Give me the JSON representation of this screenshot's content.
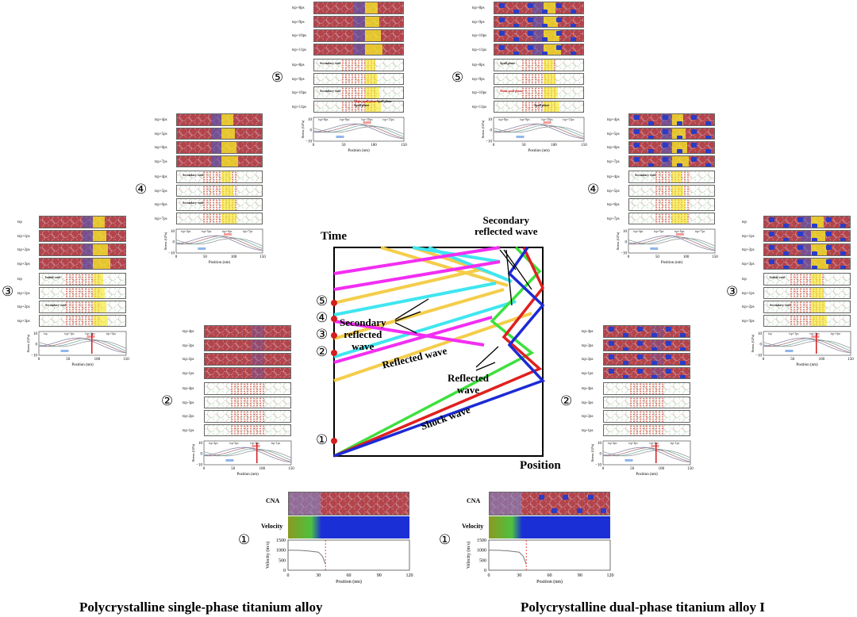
{
  "figure": {
    "captions": {
      "left": "Polycrystalline single-phase titanium alloy",
      "right": "Polycrystalline dual-phase titanium alloy I"
    },
    "markers": {
      "m1": "①",
      "m2": "②",
      "m3": "③",
      "m4": "④",
      "m5": "⑤"
    },
    "stage5_left": {
      "cna_labels": [
        "tsp+8ps",
        "tsp+9ps",
        "tsp+10ps",
        "tsp+11ps"
      ],
      "def_labels": [
        "tsp+8ps",
        "tsp+9ps",
        "tsp+10ps",
        "tsp+11ps"
      ],
      "annotations": [
        "Secondary void",
        "Secondary void",
        "Spall plane",
        "Main spall plane",
        "Spall plane"
      ],
      "legend": [
        "tsp+8ps",
        "tsp+9ps",
        "tsp+10ps",
        "tsp+11ps"
      ]
    },
    "stage5_right": {
      "cna_labels": [
        "tsp+8ps",
        "tsp+9ps",
        "tsp+10ps",
        "tsp+11ps"
      ],
      "def_labels": [
        "tsp+8ps",
        "tsp+9ps",
        "tsp+10ps",
        "tsp+11ps"
      ],
      "annotations": [
        "Spall plane",
        "Main spall plane",
        "Spall plane"
      ],
      "legend": [
        "tsp+8ps",
        "tsp+9ps",
        "tsp+10ps",
        "tsp+11ps"
      ]
    },
    "stage4_left": {
      "cna_labels": [
        "tsp+4ps",
        "tsp+5ps",
        "tsp+6ps",
        "tsp+7ps"
      ],
      "def_labels": [
        "tsp+4ps",
        "tsp+5ps",
        "tsp+6ps",
        "tsp+7ps"
      ],
      "annotations": [
        "Secondary void",
        "Secondary void"
      ],
      "legend": [
        "tsp+4ps",
        "tsp+5ps",
        "tsp+6ps",
        "tsp+7ps"
      ]
    },
    "stage4_right": {
      "cna_labels": [
        "tsp+4ps",
        "tsp+5ps",
        "tsp+6ps",
        "tsp+7ps"
      ],
      "def_labels": [
        "tsp+4ps",
        "tsp+5ps",
        "tsp+6ps",
        "tsp+7ps"
      ],
      "annotations": [
        "Secondary void"
      ],
      "legend": [
        "tsp+4ps",
        "tsp+5ps",
        "tsp+6ps",
        "tsp+7ps"
      ]
    },
    "stage3_left": {
      "cna_labels": [
        "tsp",
        "tsp+1ps",
        "tsp+2ps",
        "tsp+3ps"
      ],
      "def_labels": [
        "tsp",
        "tsp+1ps",
        "tsp+2ps",
        "tsp+3ps"
      ],
      "annotations": [
        "Initial void",
        "Secondary void"
      ],
      "legend": [
        "tsp",
        "tsp+1ps",
        "tsp+2ps",
        "tsp+3ps"
      ]
    },
    "stage3_right": {
      "cna_labels": [
        "tsp",
        "tsp+1ps",
        "tsp+2ps",
        "tsp+3ps"
      ],
      "def_labels": [
        "tsp",
        "tsp+1ps",
        "tsp+2ps",
        "tsp+3ps"
      ],
      "annotations": [
        "Initial void",
        "Secondary void"
      ],
      "legend": [
        "tsp",
        "tsp+1ps",
        "tsp+2ps",
        "tsp+3ps"
      ]
    },
    "stage2_left": {
      "cna_labels": [
        "tsp-4ps",
        "tsp-3ps",
        "tsp-2ps",
        "tsp-1ps"
      ],
      "def_labels": [
        "tsp-4ps",
        "tsp-3ps",
        "tsp-2ps",
        "tsp-1ps"
      ],
      "legend": [
        "tsp-4ps",
        "tsp-3ps",
        "tsp-2ps",
        "tsp-1ps"
      ]
    },
    "stage2_right": {
      "cna_labels": [
        "tsp-4ps",
        "tsp-3ps",
        "tsp-2ps",
        "tsp-1ps"
      ],
      "def_labels": [
        "tsp-4ps",
        "tsp-3ps",
        "tsp-2ps",
        "tsp-1ps"
      ],
      "legend": [
        "tsp-4ps",
        "tsp-3ps",
        "tsp-2ps",
        "tsp-1ps"
      ]
    },
    "stress_axis": {
      "ylabel": "Stress (GPa)",
      "xlabel": "Position (nm)",
      "yticks": [
        "10",
        "0",
        "−10"
      ],
      "xticks": [
        "0",
        "50",
        "100",
        "150"
      ]
    },
    "stage1": {
      "row_cna": "CNA",
      "row_velocity": "Velocity",
      "ylabel": "Velocity (m/s)",
      "xlabel": "Position (nm)",
      "yticks": [
        "1500",
        "1000",
        "500",
        "0"
      ],
      "xticks": [
        "0",
        "30",
        "60",
        "90",
        "120"
      ]
    },
    "diagram": {
      "time_label": "Time",
      "position_label": "Position",
      "labels": {
        "secondary_top": "Secondary reflected wave",
        "secondary_top_l1": "Secondary",
        "secondary_top_l2": "reflected wave",
        "secondary_left_l1": "Secondary",
        "secondary_left_l2": "reflected",
        "secondary_left_l3": "wave",
        "reflected": "Reflected wave",
        "reflected2_l1": "Reflected",
        "reflected2_l2": "wave",
        "shock": "Shock wave"
      },
      "colors": {
        "blue": "#1c2ad6",
        "red": "#e01f1f",
        "green": "#3ee03e",
        "magenta": "#f22ef2",
        "cyan": "#3fe6f0",
        "yellow": "#f4cd4a"
      }
    }
  },
  "chart_data": [
    {
      "type": "line",
      "title": "",
      "xlabel": "Position (nm)",
      "ylabel": "Velocity (m/s)",
      "xlim": [
        0,
        120
      ],
      "ylim": [
        0,
        1500
      ],
      "series": [
        {
          "x": [
            0,
            10,
            20,
            30,
            34,
            37
          ],
          "y": [
            1000,
            990,
            960,
            900,
            700,
            300
          ]
        }
      ]
    },
    {
      "type": "line",
      "title": "",
      "xlabel": "Position (nm)",
      "ylabel": "Velocity (m/s)",
      "xlim": [
        0,
        120
      ],
      "ylim": [
        0,
        1500
      ],
      "series": [
        {
          "x": [
            0,
            10,
            20,
            30,
            34,
            37
          ],
          "y": [
            1000,
            990,
            960,
            900,
            700,
            300
          ]
        }
      ]
    }
  ]
}
